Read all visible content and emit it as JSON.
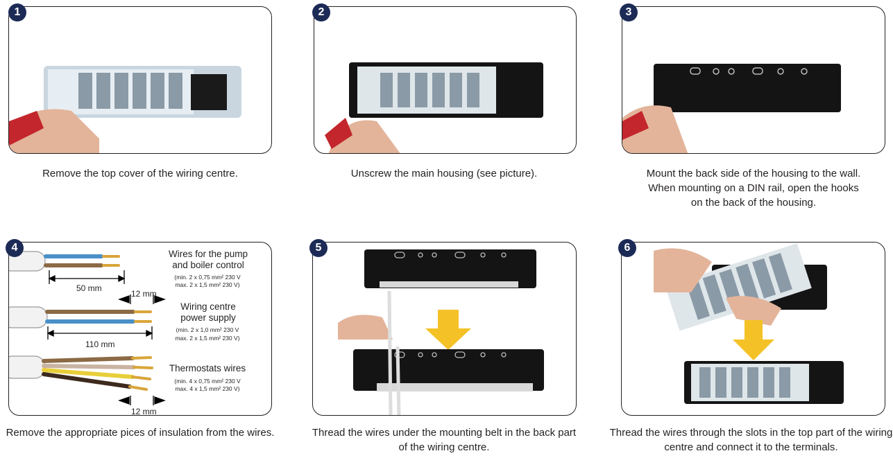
{
  "steps": [
    {
      "number": "1",
      "caption": [
        "Remove the top cover of the wiring centre."
      ]
    },
    {
      "number": "2",
      "caption": [
        "Unscrew the main housing (see picture)."
      ]
    },
    {
      "number": "3",
      "caption": [
        "Mount the back side of the housing to the wall.",
        "When mounting on a DIN rail, open the hooks",
        "on the back of the housing."
      ]
    },
    {
      "number": "4",
      "caption": [
        "Remove the appropriate pices of insulation from the wires."
      ]
    },
    {
      "number": "5",
      "caption": [
        "Thread the wires under the mounting belt in the back part",
        "of the wiring centre."
      ]
    },
    {
      "number": "6",
      "caption": [
        "Thread the wires through the slots in the top part of the wiring",
        "centre and connect it to the terminals."
      ]
    }
  ],
  "wires": {
    "pump": {
      "title": [
        "Wires for the pump",
        "and boiler control"
      ],
      "spec": [
        "(min. 2 x 0,75 mm² 230 V",
        "max. 2 x 1,5 mm² 230 V)"
      ]
    },
    "supply": {
      "title": [
        "Wiring centre",
        "power supply"
      ],
      "spec": [
        "(min. 2 x 1,0 mm² 230 V",
        "max. 2 x 1,5 mm² 230 V)"
      ]
    },
    "thermostats": {
      "title": [
        "Thermostats wires"
      ],
      "spec": [
        "(min. 4 x 0,75 mm² 230 V",
        "max. 4 x 1,5 mm² 230 V)"
      ]
    },
    "dims": {
      "strip_top": "12 mm",
      "strip_bottom": "12 mm",
      "pump_length": "50 mm",
      "supply_length": "110 mm"
    }
  },
  "colors": {
    "badge": "#1c2a56",
    "border": "#231f20",
    "housing": "#141414",
    "module": "#dfe6ea",
    "arrow": "#f4c227",
    "copper": "#d9a53a"
  }
}
